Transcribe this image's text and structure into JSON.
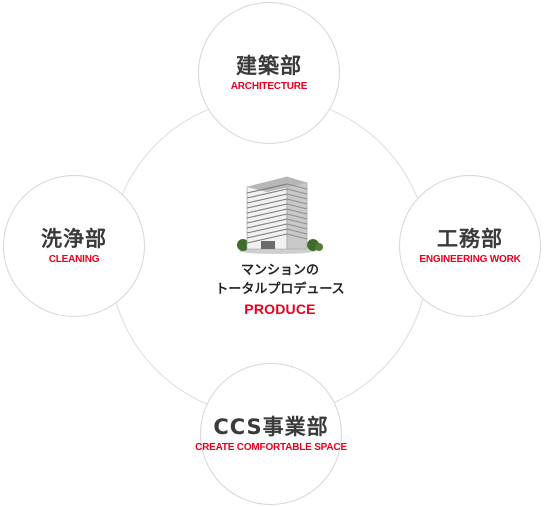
{
  "colors": {
    "accent": "#e8001c",
    "ring": "#dcdcdc",
    "text": "#3a3a3a"
  },
  "nodes": {
    "top": {
      "title": "建築部",
      "subtitle": "ARCHITECTURE"
    },
    "left": {
      "title": "洗浄部",
      "subtitle": "CLEANING"
    },
    "right": {
      "title": "工務部",
      "subtitle": "ENGINEERING WORK"
    },
    "bottom": {
      "title": "CCS事業部",
      "subtitle": "CREATE COMFORTABLE SPACE"
    }
  },
  "center": {
    "line1": "マンションの",
    "line2": "トータルプロデュース",
    "produce": "PRODUCE",
    "image": "building-icon"
  }
}
